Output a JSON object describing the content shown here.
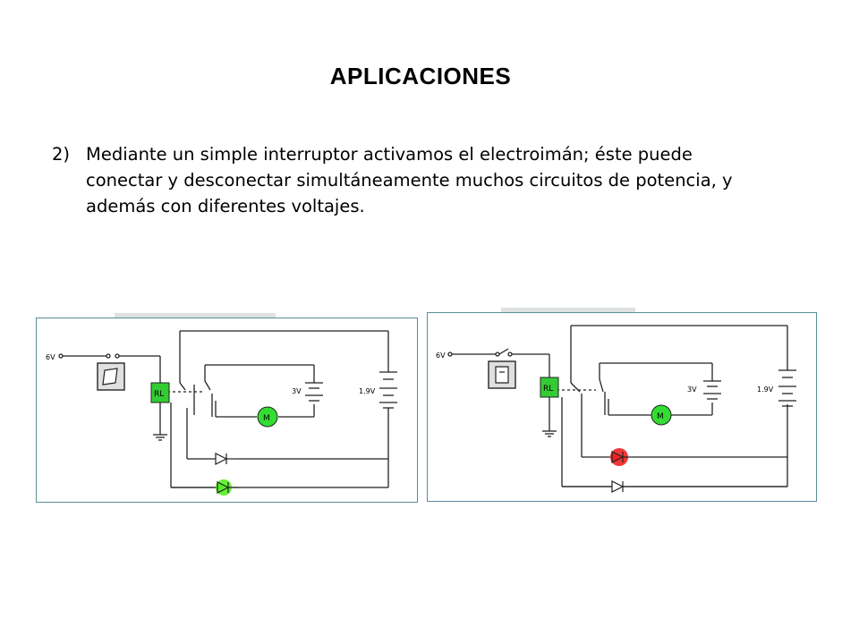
{
  "slide": {
    "title": "APLICACIONES",
    "item_number": "2)",
    "item_text": "Mediante un simple interruptor activamos el electroimán; éste puede conectar y desconectar simultáneamente muchos circuitos de potencia, y además con diferentes voltajes."
  },
  "circuits": [
    {
      "state": "switch-off",
      "labels": {
        "input_voltage": "6V",
        "relay": "RL",
        "battery_a": "3V",
        "battery_b": "1.9V",
        "motor": "M"
      },
      "led_top": "off",
      "led_bottom": "green"
    },
    {
      "state": "switch-on",
      "labels": {
        "input_voltage": "6V",
        "relay": "RL",
        "battery_a": "3V",
        "battery_b": "1.9V",
        "motor": "M"
      },
      "led_top": "red",
      "led_bottom": "off"
    }
  ],
  "colors": {
    "relay": "#33cc33",
    "motor": "#33dd33",
    "led_green": "#55ee22",
    "led_red": "#ee2222",
    "panel_border": "#5a8f9a",
    "wire": "#222222"
  }
}
